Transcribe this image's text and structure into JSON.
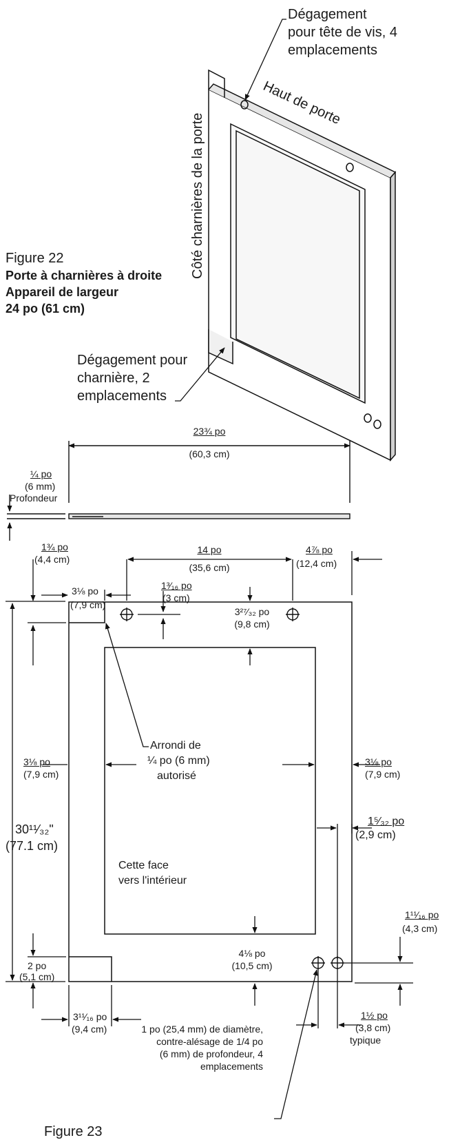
{
  "figure22": {
    "label": "Figure 22",
    "title_line1": "Porte à charnières à droite",
    "title_line2": "Appareil de largeur",
    "title_line3": "24 po (61 cm)"
  },
  "iso_view": {
    "screw_clearance_1": "Dégagement",
    "screw_clearance_2": "pour tête de vis, 4",
    "screw_clearance_3": "emplacements",
    "door_top": "Haut de porte",
    "hinge_side": "Côté charnières de la porte",
    "hinge_clearance_1": "Dégagement pour",
    "hinge_clearance_2": "charnière, 2",
    "hinge_clearance_3": "emplacements"
  },
  "edge_view": {
    "width_in": "23¾ po",
    "width_cm": "(60,3 cm)",
    "depth_in": "¼ po",
    "depth_mm": "(6 mm)",
    "depth_label": "Profondeur"
  },
  "front_view": {
    "d1_in": "1¾ po",
    "d1_cm": "(4,4 cm)",
    "d2_in": "14 po",
    "d2_cm": "(35,6 cm)",
    "d3_in": "4⅞ po",
    "d3_cm": "(12,4 cm)",
    "d4_in": "3⅛ po",
    "d4_cm": "(7,9 cm)",
    "d5_in": "1³⁄₁₆ po",
    "d5_cm": "(3 cm)",
    "d6_in": "3²⁷⁄₃₂ po",
    "d6_cm": "(9,8 cm)",
    "radius_1": "Arrondi de",
    "radius_2": "¼ po (6 mm)",
    "radius_3": "autorisé",
    "left_in": "3⅛ po",
    "left_cm": "(7,9 cm)",
    "right_in": "3⅛ po",
    "right_cm": "(7,9 cm)",
    "height_in": "30¹¹⁄₃₂\"",
    "height_cm": "(77.1 cm)",
    "d7_in": "1⁵⁄₃₂ po",
    "d7_cm": "(2,9 cm)",
    "face_1": "Cette face",
    "face_2": "vers l'intérieur",
    "d8_in": "1¹¹⁄₁₆ po",
    "d8_cm": "(4,3 cm)",
    "d9_in": "2 po",
    "d9_cm": "(5,1 cm)",
    "d10_in": "4⅛ po",
    "d10_cm": "(10,5 cm)",
    "d11_in": "3¹¹⁄₁₆ po",
    "d11_cm": "(9,4 cm)",
    "d12_in": "1½ po",
    "d12_cm": "(3,8 cm)",
    "typical": "typique",
    "hole_1": "1 po (25,4 mm) de diamètre,",
    "hole_2": "contre-alésage de 1/4 po",
    "hole_3": "(6 mm) de profondeur, 4",
    "hole_4": "emplacements"
  },
  "figure23": {
    "label": "Figure 23"
  }
}
